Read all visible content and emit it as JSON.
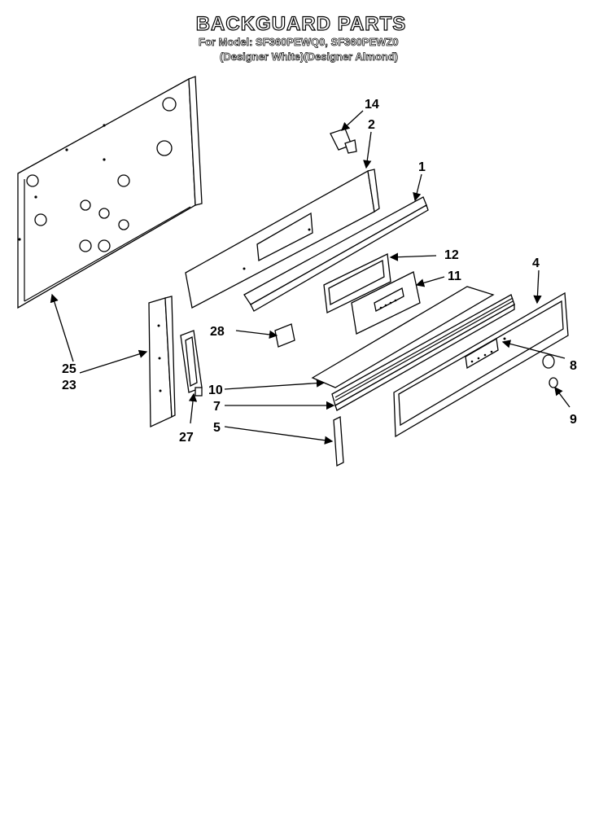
{
  "title": "BACKGUARD PARTS",
  "model_line": "For Model: SF360PEWQ0, SF360PEWZ0",
  "color_line": "(Designer White)(Designer Almond)",
  "callouts": [
    "14",
    "2",
    "1",
    "12",
    "11",
    "4",
    "28",
    "25",
    "23",
    "10",
    "7",
    "8",
    "9",
    "5",
    "27"
  ]
}
